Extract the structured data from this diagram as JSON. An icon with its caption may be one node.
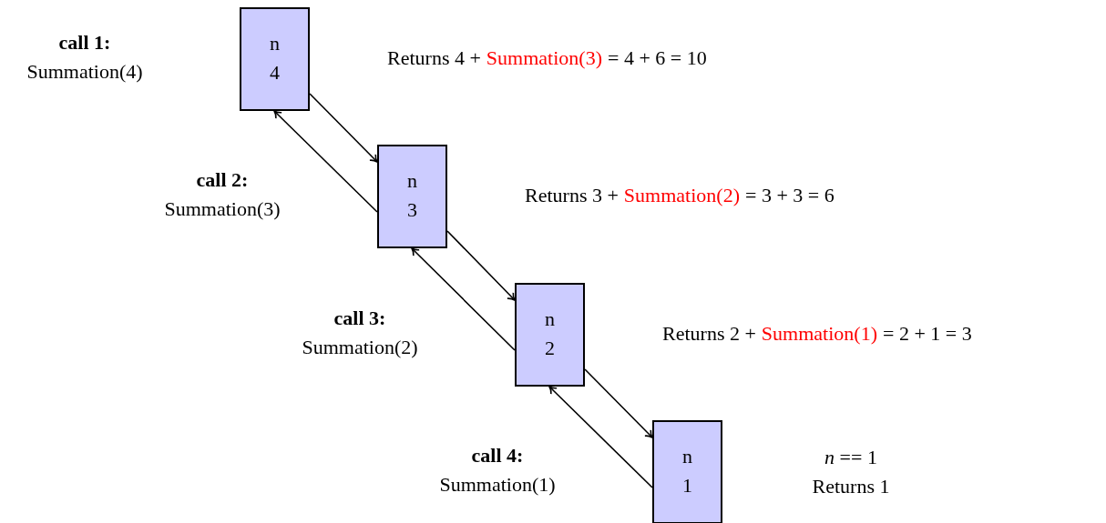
{
  "diagram": {
    "nodes": [
      {
        "text": [
          "n",
          "4"
        ],
        "beside": [
          "call 1:",
          "Summation(4)",
          "Returns 4 +",
          "Summation(3)",
          "= 4 + 6 = 10"
        ]
      },
      {
        "text": [
          "n",
          "3"
        ],
        "beside": [
          "call 2:",
          "Summation(3)",
          "Returns 3 +",
          "Summation(2)",
          "= 3 + 3 = 6"
        ]
      },
      {
        "text": [
          "n",
          "2"
        ],
        "beside": [
          "call 3:",
          "Summation(2)",
          "Returns 2 +",
          "Summation(1)",
          "= 2 + 1 = 3"
        ]
      },
      {
        "text": [
          "n",
          "1"
        ],
        "beside": [
          "call 4:",
          "Summation(1)",
          "*n* == 1",
          "Returns 1"
        ]
      }
    ],
    "edges": [
      {
        "from": 0,
        "to": 1,
        "arrow": "to"
      },
      {
        "from": 1,
        "to": 0,
        "arrow": "to"
      },
      {
        "from": 1,
        "to": 2,
        "arrow": "to"
      },
      {
        "from": 2,
        "to": 1,
        "arrow": "to"
      },
      {
        "from": 2,
        "to": 3,
        "arrow": "to"
      },
      {
        "from": 3,
        "to": 2,
        "arrow": "to"
      }
    ]
  }
}
